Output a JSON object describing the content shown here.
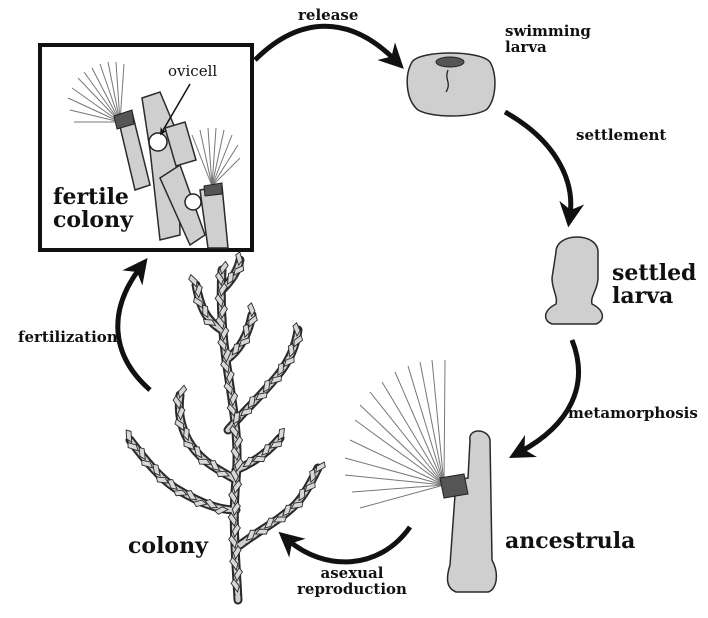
{
  "diagram": {
    "labels": {
      "release": "release",
      "swimming_larva": [
        "swimming",
        "larva"
      ],
      "settlement": "settlement",
      "settled_larva": [
        "settled",
        "larva"
      ],
      "metamorphosis": "metamorphosis",
      "ancestrula": "ancestrula",
      "asexual_reproduction": [
        "asexual",
        "reproduction"
      ],
      "colony": "colony",
      "fertilization": "fertilization",
      "fertile_colony": [
        "fertile",
        "colony"
      ],
      "ovicell": "ovicell"
    },
    "colors": {
      "body_fill": "#cfcfcf",
      "outline": "#2a2a2a",
      "arrow": "#111111",
      "operculum": "#555555"
    }
  }
}
